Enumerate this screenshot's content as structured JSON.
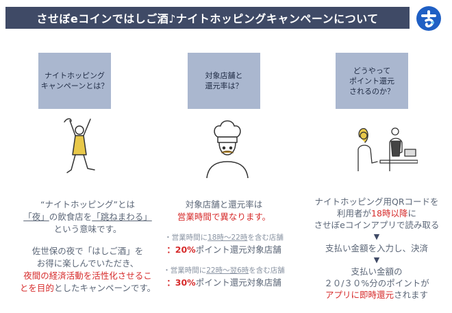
{
  "header": {
    "title": "させぼeコインではしご酒♪ナイトホッピングキャンペーンについて"
  },
  "questions": [
    {
      "label": "ナイトホッピング\nキャンペーンとは？"
    },
    {
      "label": "対象店舗と\n還元率は？"
    },
    {
      "label": "どうやって\nポイント還元\nされるのか？"
    }
  ],
  "col1": {
    "p1_a": "“ナイトホッピング”とは",
    "p1_b_quote1": "「夜」",
    "p1_b_mid": "の飲食店を",
    "p1_b_quote2": "「跳ねまわる」",
    "p1_c": "という意味です。",
    "p2_a": "佐世保の夜で「はしご酒」を",
    "p2_b": "お得に楽しんでいただき、",
    "p2_c_red": "夜間の経済活動を活性化させるこ",
    "p2_d_red": "とを目的",
    "p2_d_rest": "としたキャンペーンです。"
  },
  "col2": {
    "l1": "対象店舗と還元率は",
    "l2_red": "営業時間で異なります。",
    "b1_pre": "・営業時間に",
    "b1_ul1": "18時～22時",
    "b1_post": "を含む店舗",
    "b1_rate": "：20%",
    "b1_rest": "ポイント還元対象店舗",
    "b2_pre": "・営業時間に",
    "b2_ul1": "22時～翌6時",
    "b2_post": "を含む店舗",
    "b2_rate": "：30%",
    "b2_rest": "ポイント還元対象店舗"
  },
  "col3": {
    "l1": "ナイトホッピング用QRコードを",
    "l2_pre": "利用者が",
    "l2_red": "18時以降",
    "l2_post": "に",
    "l3": "させぼeコインアプリで読み取る",
    "arrow": "▼",
    "l4": "支払い金額を入力し、決済",
    "l5": "支払い金額の",
    "l6": "２０/３０%分のポイントが",
    "l7_red": "アプリに即時還元",
    "l7_post": "されます"
  },
  "colors": {
    "header_bg": "#3f4a66",
    "question_bg": "#aab7cf",
    "accent_red": "#d62b2b",
    "body_text": "#5b6677",
    "logo_blue": "#1f5fc4"
  },
  "icons": [
    "sasebo-logo-icon",
    "dancing-person-illustration",
    "chef-illustration",
    "cashier-payment-illustration"
  ]
}
